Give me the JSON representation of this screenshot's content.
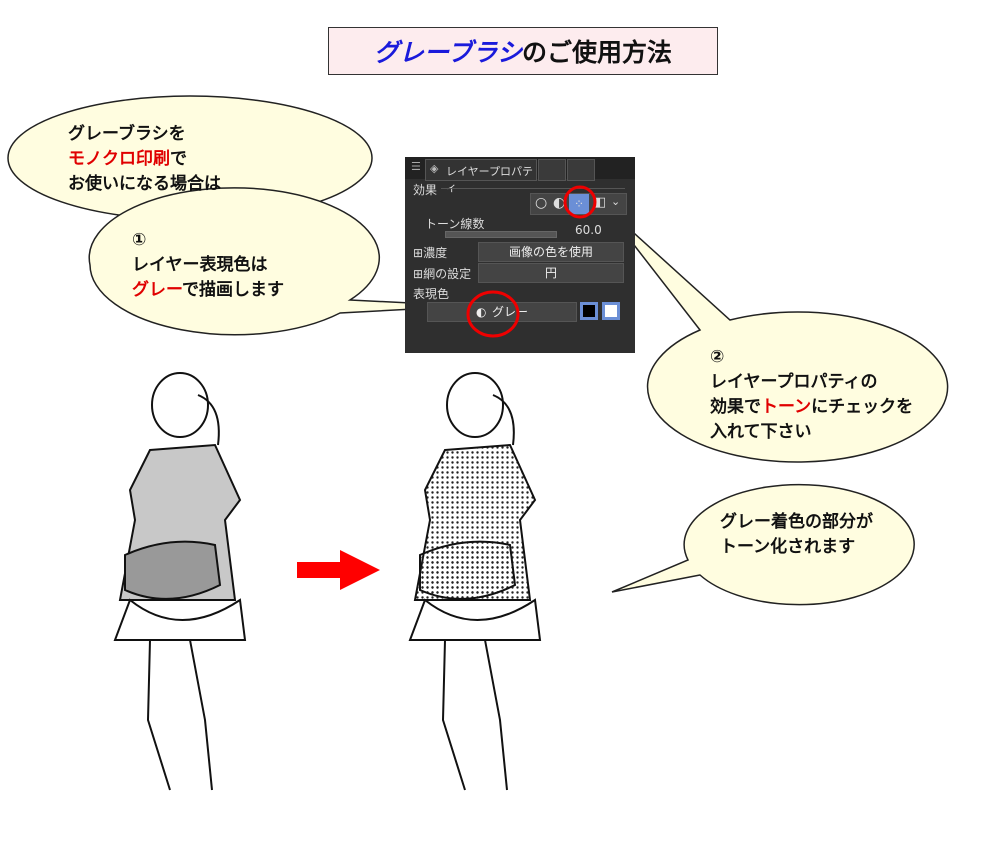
{
  "title": {
    "highlight": "グレーブラシ",
    "rest": "のご使用方法"
  },
  "bubble1": {
    "line1": "グレーブラシを",
    "line2_red": "モノクロ印刷",
    "line2_rest": "で",
    "line3": "お使いになる場合は"
  },
  "bubble2": {
    "num": "①",
    "line1": "レイヤー表現色は",
    "line2_red": "グレー",
    "line2_rest": "で描画します"
  },
  "bubble3": {
    "num": "②",
    "line1": "レイヤープロパティの",
    "line2_a": "効果で",
    "line2_red": "トーン",
    "line2_b": "にチェックを",
    "line3": "入れて下さい"
  },
  "bubble4": {
    "line1": "グレー着色の部分が",
    "line2": "トーン化されます"
  },
  "panel": {
    "tab_label": "レイヤープロパティ",
    "effect_label": "効果",
    "tone_lines_label": "トーン線数",
    "tone_lines_value": "60.0",
    "density_label": "濃度",
    "density_value": "画像の色を使用",
    "screen_label": "網の設定",
    "screen_value": "円",
    "expression_label": "表現色",
    "expression_value": "グレー"
  },
  "colors": {
    "accent_red": "#e00000",
    "title_blue": "#1a1adb",
    "bubble_fill": "#fffde0",
    "title_bg": "#fdecee",
    "panel_bg": "#2f2f2f",
    "selected_blue": "#6b8fd6"
  }
}
